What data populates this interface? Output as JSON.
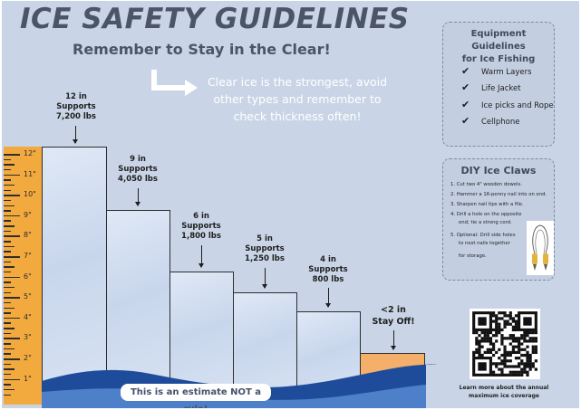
{
  "header": {
    "title": "ICE SAFETY GUIDELINES",
    "subtitle": "Remember to Stay in the Clear!",
    "note_lines": [
      "Clear ice is the strongest, avoid",
      "other types and remember to",
      "check thickness often!"
    ]
  },
  "ruler": {
    "unit_labels": [
      "12\"",
      "11\"",
      "10\"",
      "9\"",
      "8\"",
      "7\"",
      "6\"",
      "5\"",
      "4\"",
      "3\"",
      "2\"",
      "1\""
    ]
  },
  "ice_levels": [
    {
      "thickness_in": 12,
      "label_lines": [
        "12 in",
        "Supports",
        "7,200 lbs"
      ]
    },
    {
      "thickness_in": 9,
      "label_lines": [
        "9 in",
        "Supports",
        "4,050 lbs"
      ]
    },
    {
      "thickness_in": 6,
      "label_lines": [
        "6 in",
        "Supports",
        "1,800 lbs"
      ]
    },
    {
      "thickness_in": 5,
      "label_lines": [
        "5 in",
        "Supports",
        "1,250 lbs"
      ]
    },
    {
      "thickness_in": 4,
      "label_lines": [
        "4 in",
        "Supports",
        "800 lbs"
      ]
    },
    {
      "thickness_in": 2,
      "label_lines": [
        "<2 in",
        "Stay Off!"
      ]
    }
  ],
  "disclaimer": "This is an estimate NOT a rule!",
  "equipment": {
    "title_lines": [
      "Equipment Guidelines",
      "for Ice Fishing"
    ],
    "check_glyph": "✔",
    "items": [
      "Warm Layers",
      "Life Jacket",
      "Ice picks and Rope",
      "Cellphone"
    ]
  },
  "diy": {
    "title": "DIY Ice Claws",
    "steps": [
      "1. Cut two 4\" wooden dowels.",
      "2. Hammer a 16-penny nail into on end.",
      "3. Sharpen nail tips with a file.",
      "4. Drill a hole on the opposite",
      "end; tie a strong cord.",
      "5. Optional: Drill side holes",
      "to nest nails together",
      "for storage."
    ]
  },
  "qr": {
    "caption_lines": [
      "Learn more about the annual",
      "maximum ice coverage"
    ]
  },
  "colors": {
    "background": "#c9d5e6",
    "ice": "#d3dff1",
    "thin_ice": "#f4b06a",
    "ruler": "#f2a93e",
    "water_dark": "#1f4c9a",
    "water_light": "#4d80c8",
    "title_text": "#4b5567"
  }
}
